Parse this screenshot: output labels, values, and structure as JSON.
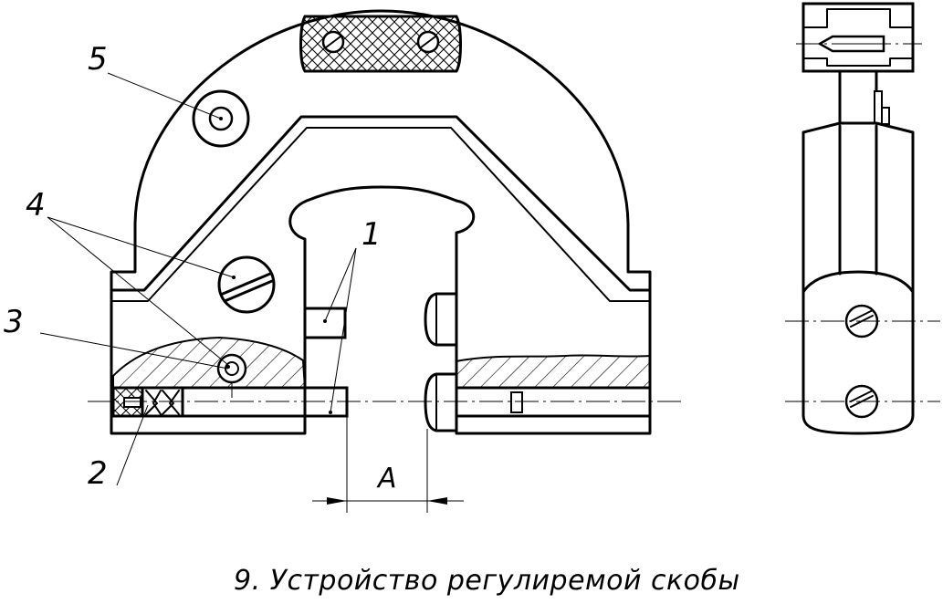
{
  "caption": "9. Устройство регулиремой скобы",
  "dimension_label": "A",
  "callouts": {
    "c1": "1",
    "c2": "2",
    "c3": "3",
    "c4": "4",
    "c5": "5"
  }
}
